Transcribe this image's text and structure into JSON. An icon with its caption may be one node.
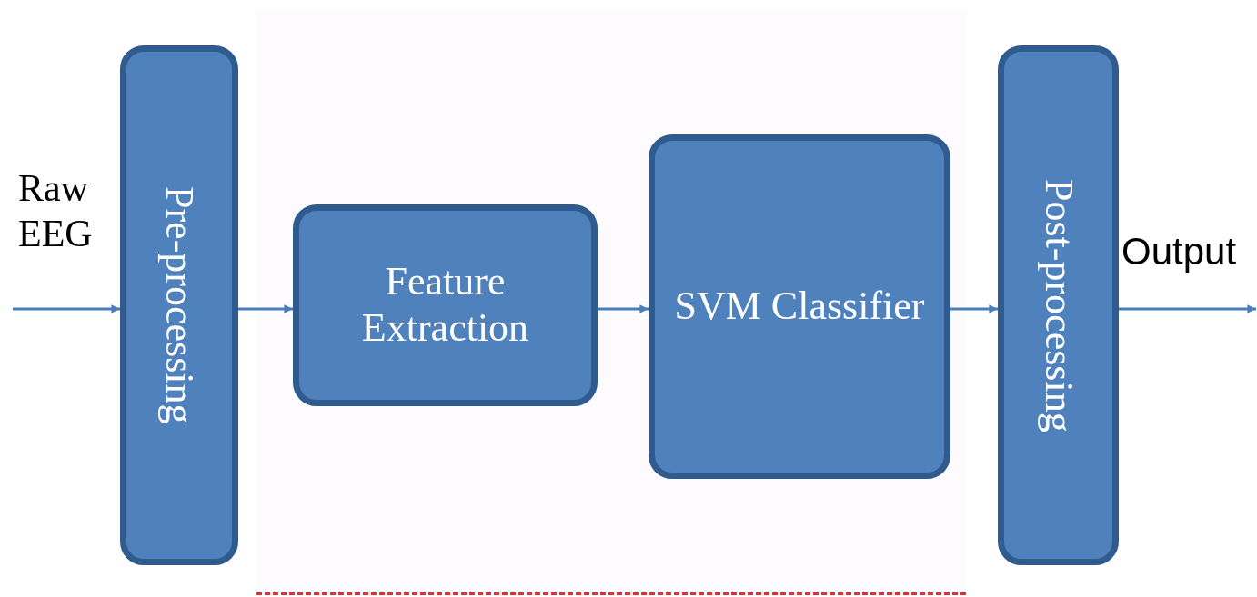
{
  "diagram": {
    "nodes": [
      {
        "text": [
          "Pre-processing"
        ]
      },
      {
        "text": [],
        "shape": "box"
      },
      {
        "text": [
          "Feature Extraction"
        ],
        "in": 1
      },
      {
        "text": [
          "SVM Classifier"
        ],
        "in": 1
      },
      {
        "text": [
          "Post-processing"
        ]
      }
    ],
    "edges": [
      {
        "from": null,
        "to": 0,
        "arrow": "to",
        "label": "Raw EEG"
      },
      {
        "from": 0,
        "to": 2,
        "arrow": "to"
      },
      {
        "from": 2,
        "to": 3,
        "arrow": "to"
      },
      {
        "from": 3,
        "to": 4,
        "arrow": "to"
      },
      {
        "from": 4,
        "to": null,
        "arrow": "to",
        "label": "Output"
      }
    ]
  }
}
